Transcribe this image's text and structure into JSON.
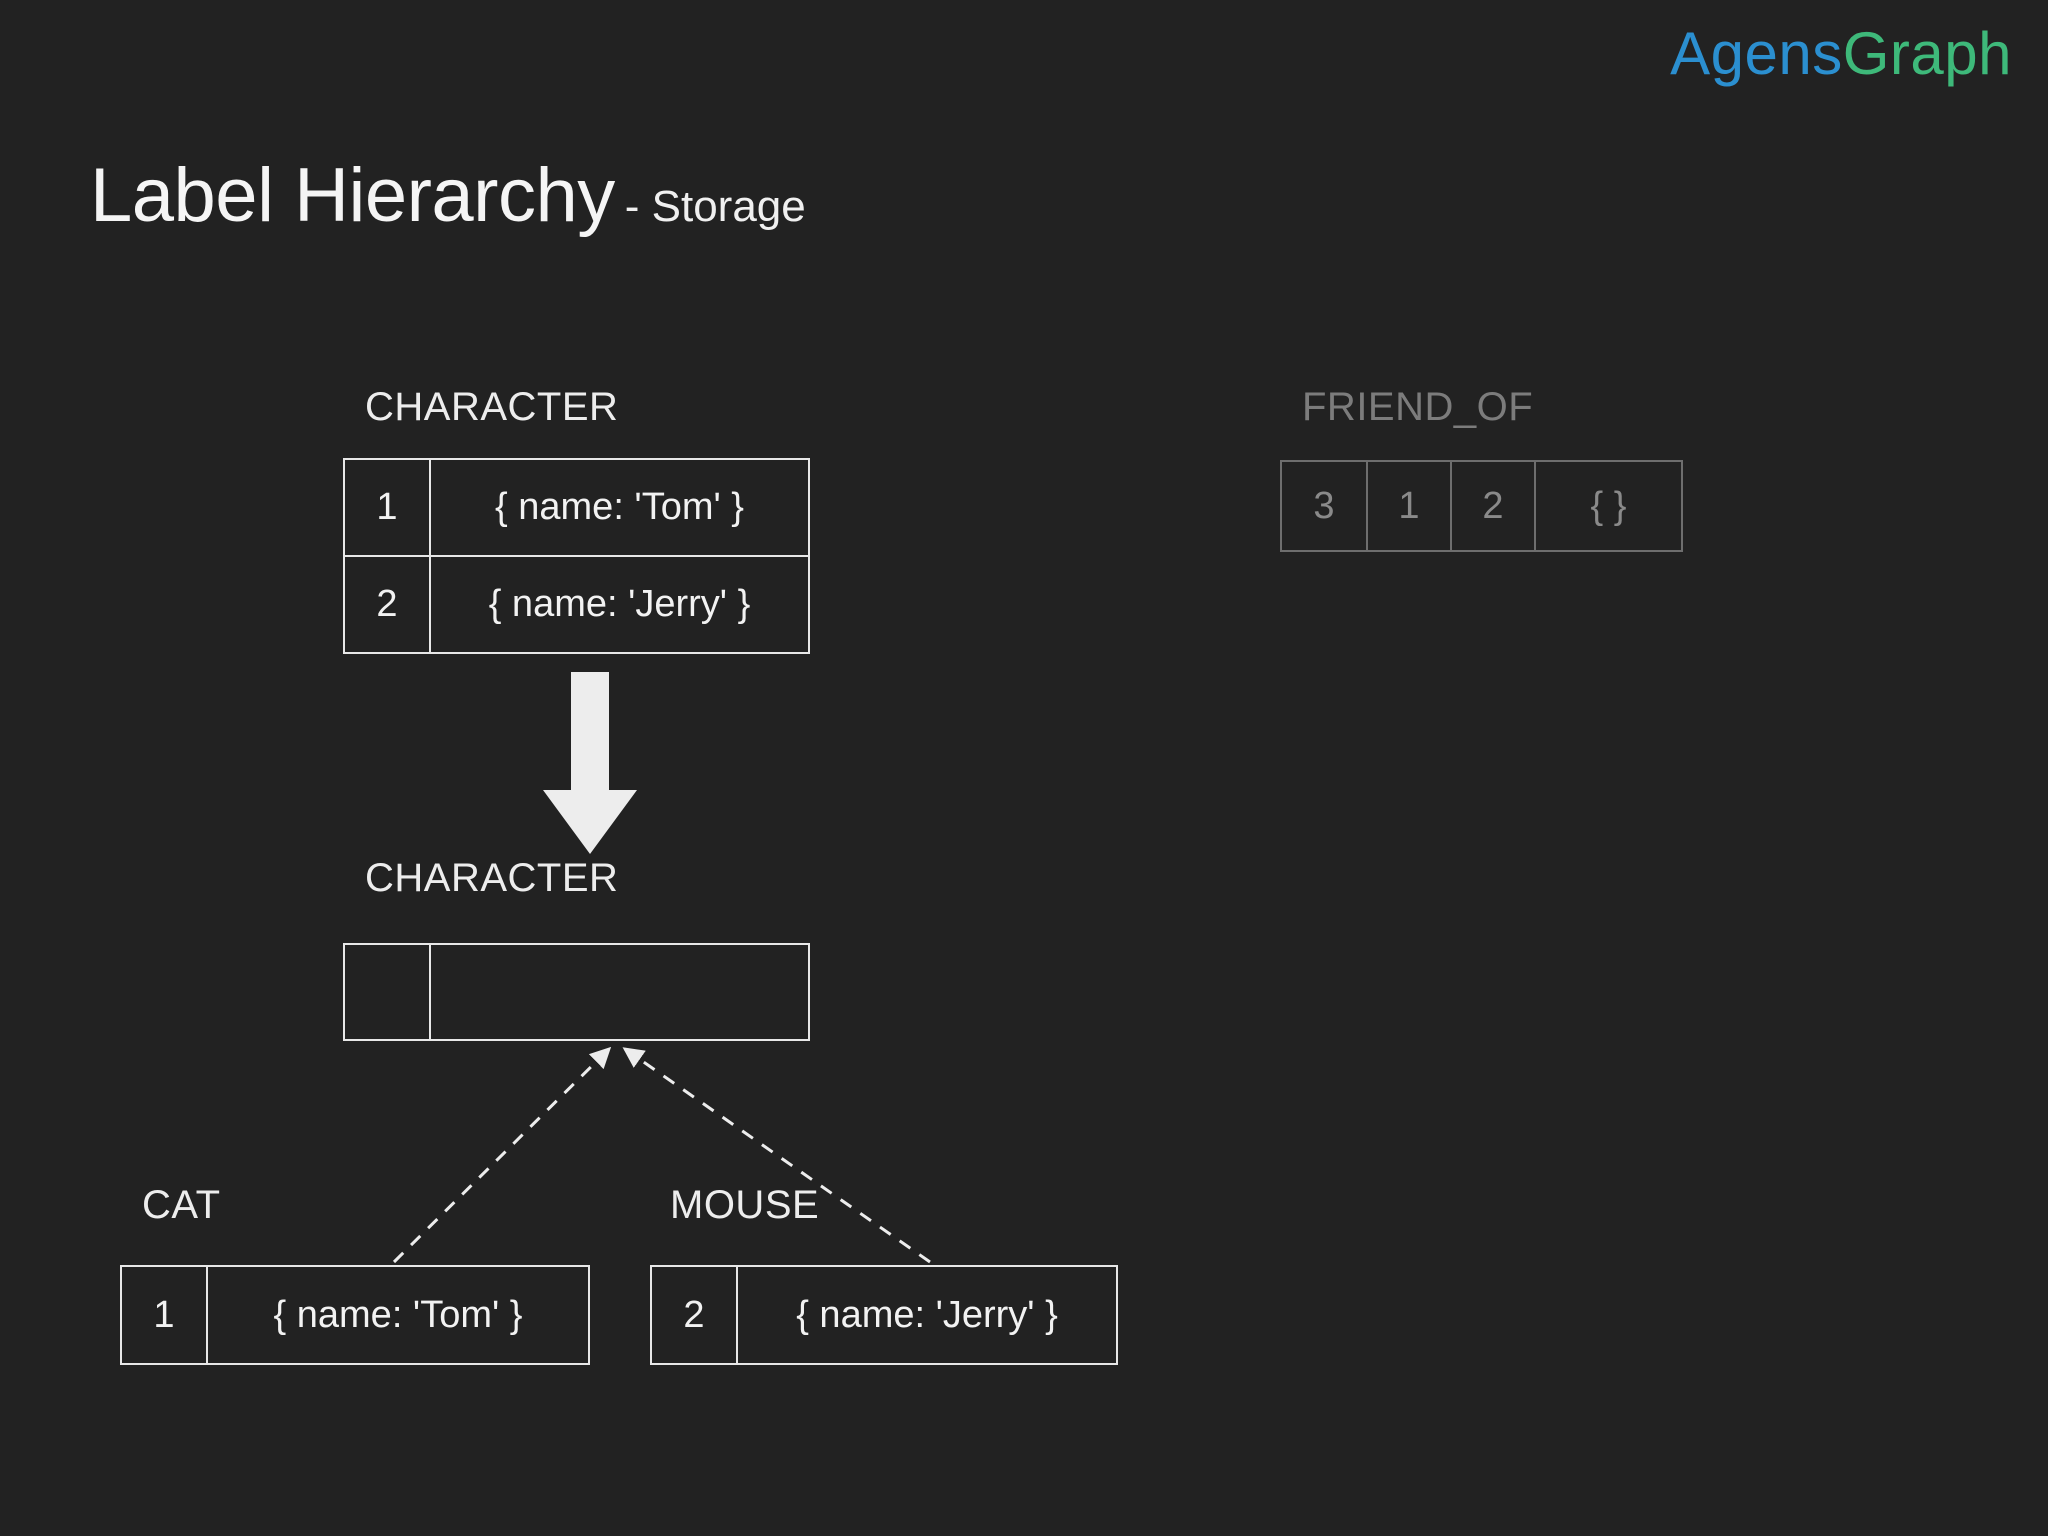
{
  "brand": {
    "part1": "Agens",
    "part2": "Graph",
    "color1": "#2b8fd0",
    "color2": "#3eb97a"
  },
  "title": {
    "main": "Label Hierarchy",
    "sub": "- Storage"
  },
  "background_color": "#222222",
  "tables": {
    "character_top": {
      "label": "CHARACTER",
      "rows": [
        {
          "id": "1",
          "props": "{ name: 'Tom' }"
        },
        {
          "id": "2",
          "props": "{ name: 'Jerry' }"
        }
      ]
    },
    "friend_of": {
      "label": "FRIEND_OF",
      "dimmed": true,
      "cells": [
        "3",
        "1",
        "2",
        "{ }"
      ]
    },
    "character_bottom": {
      "label": "CHARACTER",
      "rows": [
        {
          "id": "",
          "props": ""
        }
      ]
    },
    "cat": {
      "label": "CAT",
      "rows": [
        {
          "id": "1",
          "props": "{ name: 'Tom' }"
        }
      ]
    },
    "mouse": {
      "label": "MOUSE",
      "rows": [
        {
          "id": "2",
          "props": "{ name: 'Jerry' }"
        }
      ]
    }
  },
  "arrows": {
    "transform_arrow": "down-block-arrow",
    "inherit_left": "dashed-arrow-cat-to-character",
    "inherit_right": "dashed-arrow-mouse-to-character"
  }
}
